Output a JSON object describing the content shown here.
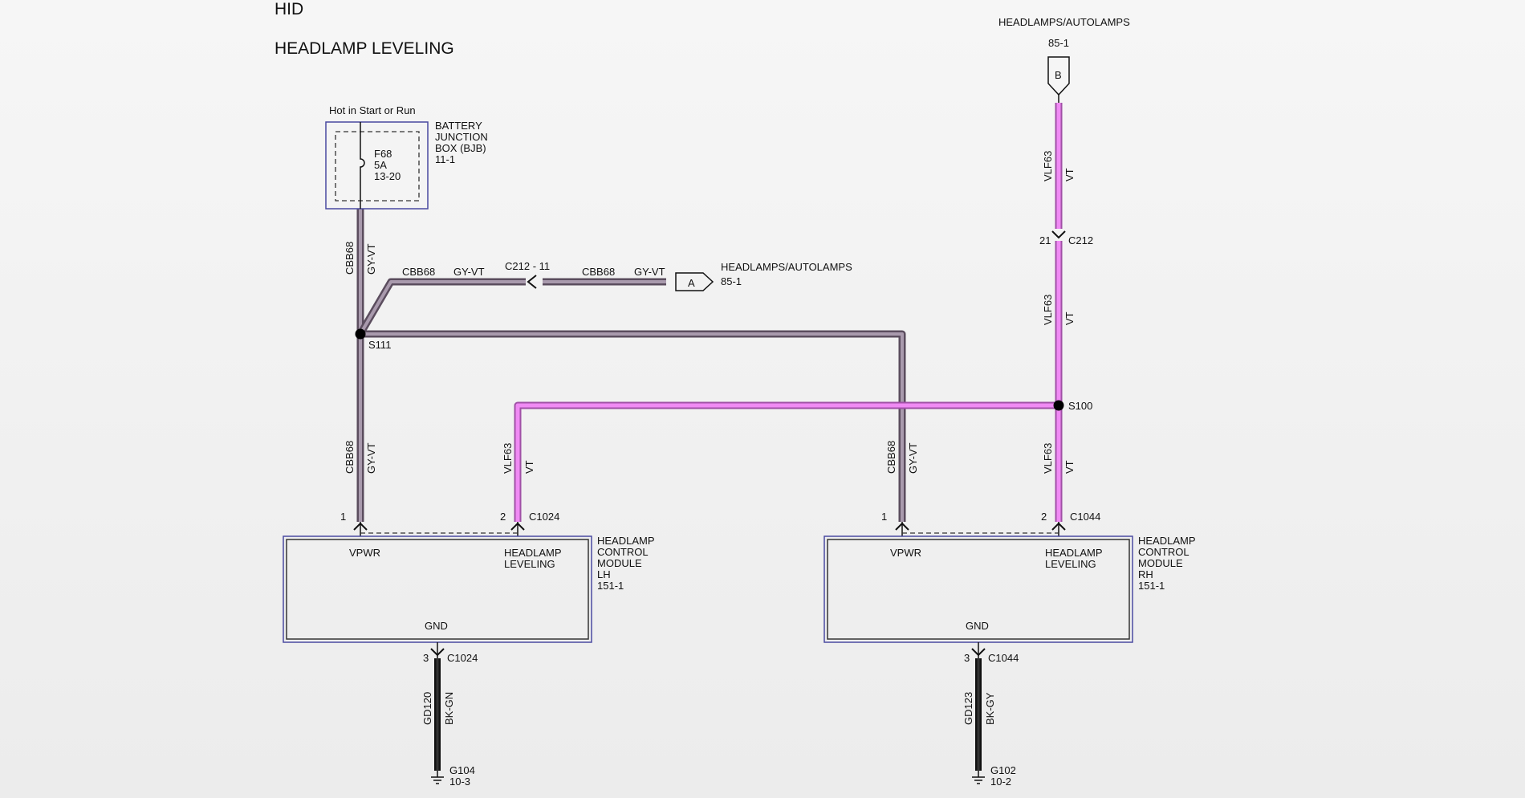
{
  "titles": {
    "line1": "HID",
    "line2": "HEADLAMP LEVELING"
  },
  "bjb": {
    "supply": "Hot in Start or Run",
    "name_line1": "BATTERY",
    "name_line2": "JUNCTION",
    "name_line3": "BOX (BJB)",
    "ref": "11-1",
    "fuse": "F68",
    "rating": "5A",
    "fuse_ref": "13-20"
  },
  "connector_a": {
    "letter": "A",
    "label": "HEADLAMPS/AUTOLAMPS",
    "ref": "85-1"
  },
  "connector_b": {
    "letter": "B",
    "label": "HEADLAMPS/AUTOLAMPS",
    "ref": "85-1"
  },
  "circuits": {
    "cbb68": "CBB68",
    "gy_vt": "GY-VT",
    "vlf63": "VLF63",
    "vt": "VT",
    "gd120": "GD120",
    "bk_gn": "BK-GN",
    "gd123": "GD123",
    "bk_gy": "BK-GY"
  },
  "inline_c212_11": "C212  -  11",
  "c212": {
    "pin": "21",
    "name": "C212"
  },
  "splices": {
    "s111": "S111",
    "s100": "S100"
  },
  "module_lh": {
    "pin1": "1",
    "pin2": "2",
    "pin3": "3",
    "conn": "C1024",
    "vpwr": "VPWR",
    "leveling_line1": "HEADLAMP",
    "leveling_line2": "LEVELING",
    "gnd": "GND",
    "name_line1": "HEADLAMP",
    "name_line2": "CONTROL",
    "name_line3": "MODULE",
    "name_line4": "LH",
    "ref": "151-1"
  },
  "module_rh": {
    "pin1": "1",
    "pin2": "2",
    "pin3": "3",
    "conn": "C1044",
    "vpwr": "VPWR",
    "leveling_line1": "HEADLAMP",
    "leveling_line2": "LEVELING",
    "gnd": "GND",
    "name_line1": "HEADLAMP",
    "name_line2": "CONTROL",
    "name_line3": "MODULE",
    "name_line4": "RH",
    "ref": "151-1"
  },
  "grounds": {
    "g104": "G104",
    "g104_ref": "10-3",
    "g102": "G102",
    "g102_ref": "10-2"
  },
  "colors": {
    "gy_vt_outer": "#5b4d5e",
    "gy_vt_inner": "#a99aad",
    "vt_outer": "#a050a6",
    "vt_inner": "#f08af4",
    "bk": "#111111",
    "module_border": "#4a4aa0"
  }
}
